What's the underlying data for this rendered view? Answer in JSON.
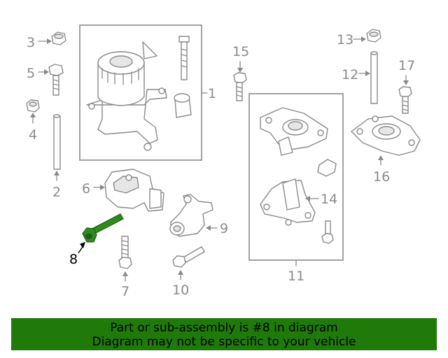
{
  "diagram": {
    "callouts": [
      "1",
      "2",
      "3",
      "4",
      "5",
      "6",
      "7",
      "8",
      "9",
      "10",
      "11",
      "12",
      "13",
      "14",
      "15",
      "16",
      "17"
    ],
    "highlighted_callout": "8",
    "highlight_color": "#2e8b1e",
    "line_color": "#8a8a8a"
  },
  "banner": {
    "line1": "Part or sub-assembly is #8 in diagram",
    "line2": "Diagram may not be specific to your vehicle",
    "background": "#1f7a0a"
  }
}
